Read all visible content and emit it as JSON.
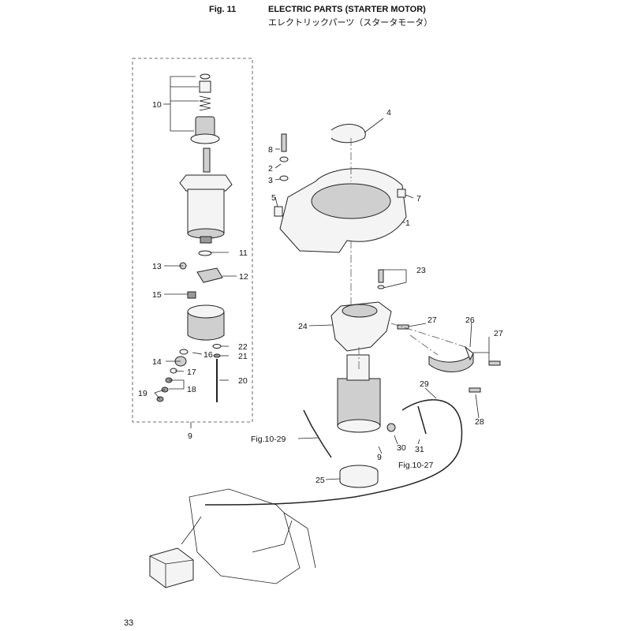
{
  "header": {
    "fig_label": "Fig. 11",
    "title_en": "ELECTRIC PARTS (STARTER MOTOR)",
    "title_jp": "エレクトリックパーツ（スタータモータ）"
  },
  "page_number": "33",
  "callouts": {
    "n1": "1",
    "n2": "2",
    "n3": "3",
    "n4": "4",
    "n5": "5",
    "n7": "7",
    "n8": "8",
    "n9_box": "9",
    "n9_motor": "9",
    "n10": "10",
    "n11": "11",
    "n12": "12",
    "n13": "13",
    "n14": "14",
    "n15": "15",
    "n16": "16",
    "n17": "17",
    "n18": "18",
    "n19": "19",
    "n20": "20",
    "n21": "21",
    "n22": "22",
    "n23": "23",
    "n24": "24",
    "n25": "25",
    "n26": "26",
    "n27a": "27",
    "n27b": "27",
    "n28": "28",
    "n29": "29",
    "n30": "30",
    "n31": "31"
  },
  "references": {
    "fig_10_29": "Fig.10-29",
    "fig_10_27": "Fig.10-27"
  }
}
